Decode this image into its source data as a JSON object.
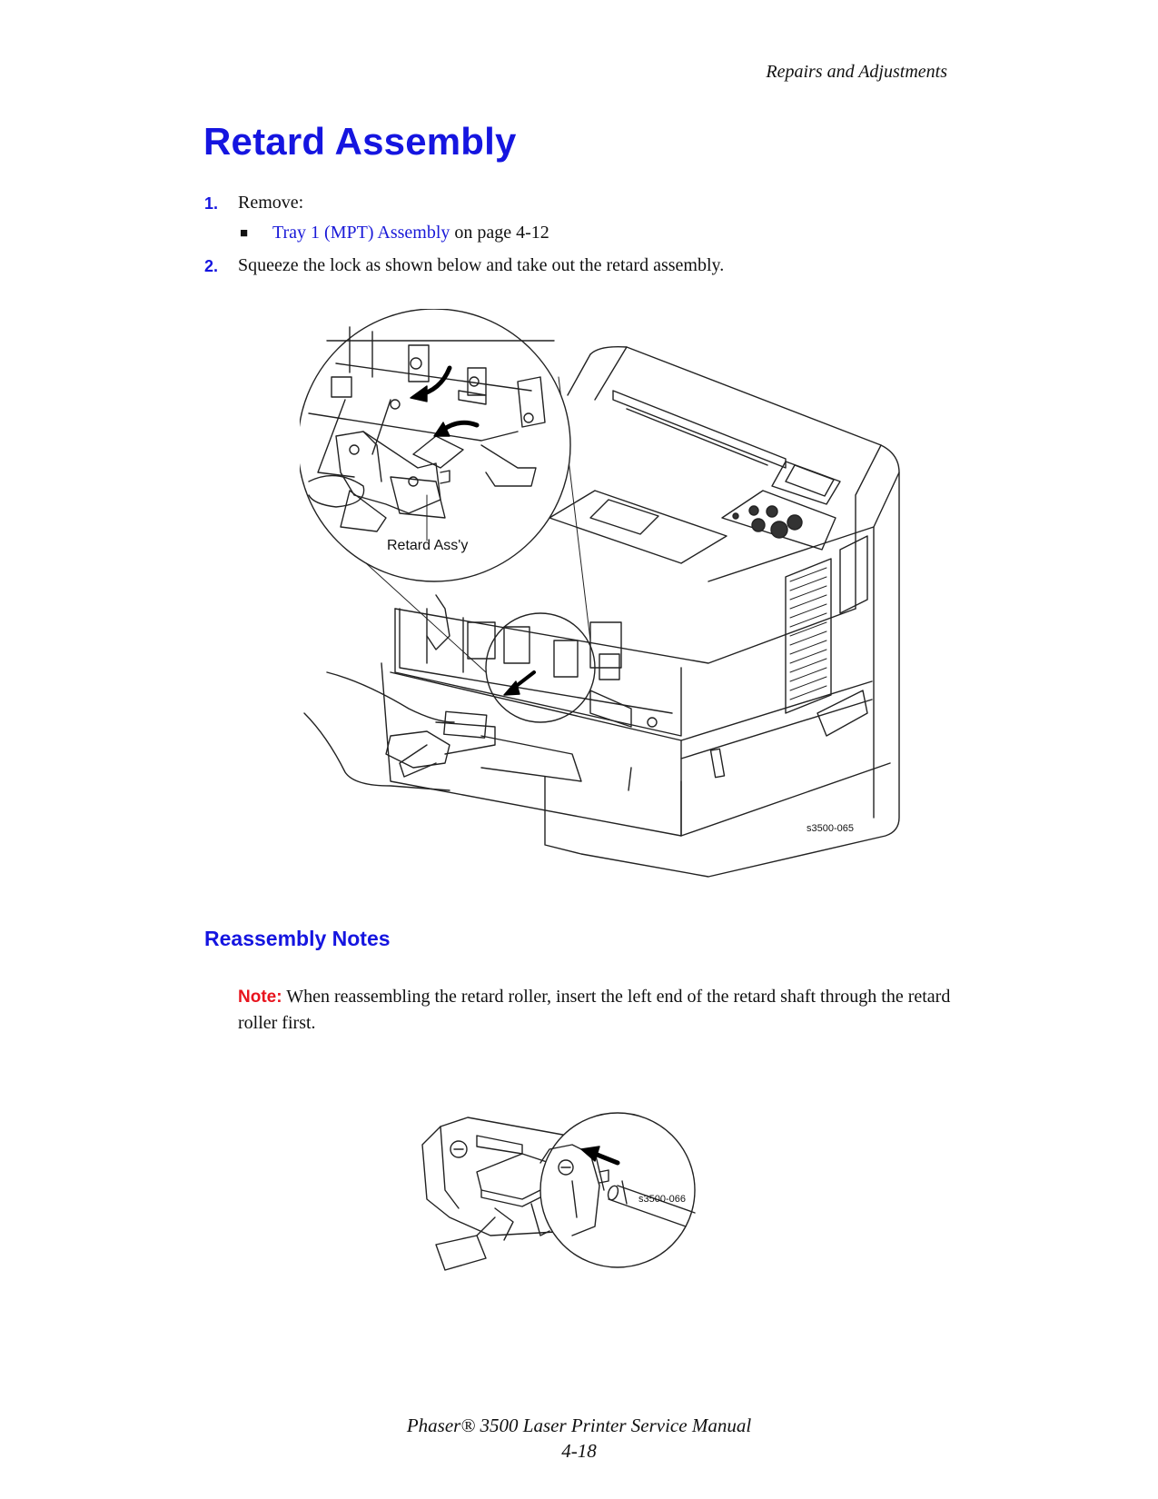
{
  "header": {
    "running_title": "Repairs and Adjustments"
  },
  "page_title": "Retard Assembly",
  "steps": [
    {
      "number": "1.",
      "text": "Remove:"
    },
    {
      "number": "2.",
      "text": "Squeeze the lock as shown below and take out the retard assembly."
    }
  ],
  "substep": {
    "bullet": "■",
    "link_text": "Tray 1 (MPT) Assembly",
    "suffix": " on page 4-12"
  },
  "figure1": {
    "callout": "Retard Ass'y",
    "figure_id": "s3500-065"
  },
  "reassembly": {
    "heading": "Reassembly Notes",
    "note_label": "Note:",
    "note_text": " When reassembling the retard roller, insert the left end of the retard shaft through the retard roller first."
  },
  "figure2": {
    "figure_id": "s3500-066"
  },
  "footer": {
    "manual_title": "Phaser® 3500 Laser Printer Service Manual",
    "page_number": "4-18"
  },
  "colors": {
    "heading_blue": "#1515e0",
    "link_blue": "#1a1ad8",
    "note_red": "#e8141e"
  }
}
